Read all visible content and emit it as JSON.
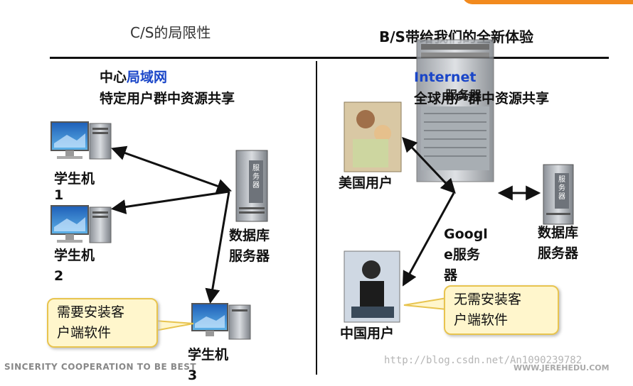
{
  "left": {
    "title": "C/S的局限性",
    "heading_prefix": "中心",
    "heading_highlight": "局域网",
    "heading_line2": "特定用户群中资源共享",
    "client1_label": "学生机",
    "client1_num": "1",
    "client2_label": "学生机",
    "client2_num": "2",
    "client3_label": "学生机",
    "client3_num": "3",
    "server_label_line1": "数据库",
    "server_label_line2": "服务器",
    "server_box_text": "服务器",
    "callout_line1": "需要安装客",
    "callout_line2": "户端软件"
  },
  "right": {
    "title": "B/S带给我们的全新体验",
    "heading_line1": "Internet",
    "heading_line2": "全球用户群中资源共享",
    "server_box_text": "服务器",
    "usa_label": "美国用户",
    "china_label": "中国用户",
    "google_line1": "Googl",
    "google_line2": "e服务",
    "google_line3": "器",
    "db_label_line1": "数据库",
    "db_label_line2": "服务器",
    "db_box_text": "服务器",
    "callout_line1": "无需安装客",
    "callout_line2": "户端软件"
  },
  "footer": {
    "left": "SINCERITY COOPERATION TO BE BEST",
    "right": "WWW.JEREHEDU.COM",
    "watermark": "http://blog.csdn.net/An1090239782"
  },
  "colors": {
    "accent": "#f28a1e",
    "highlight_blue": "#1a46c8",
    "callout_fill": "#fff6cc",
    "callout_border": "#e8c44f"
  }
}
